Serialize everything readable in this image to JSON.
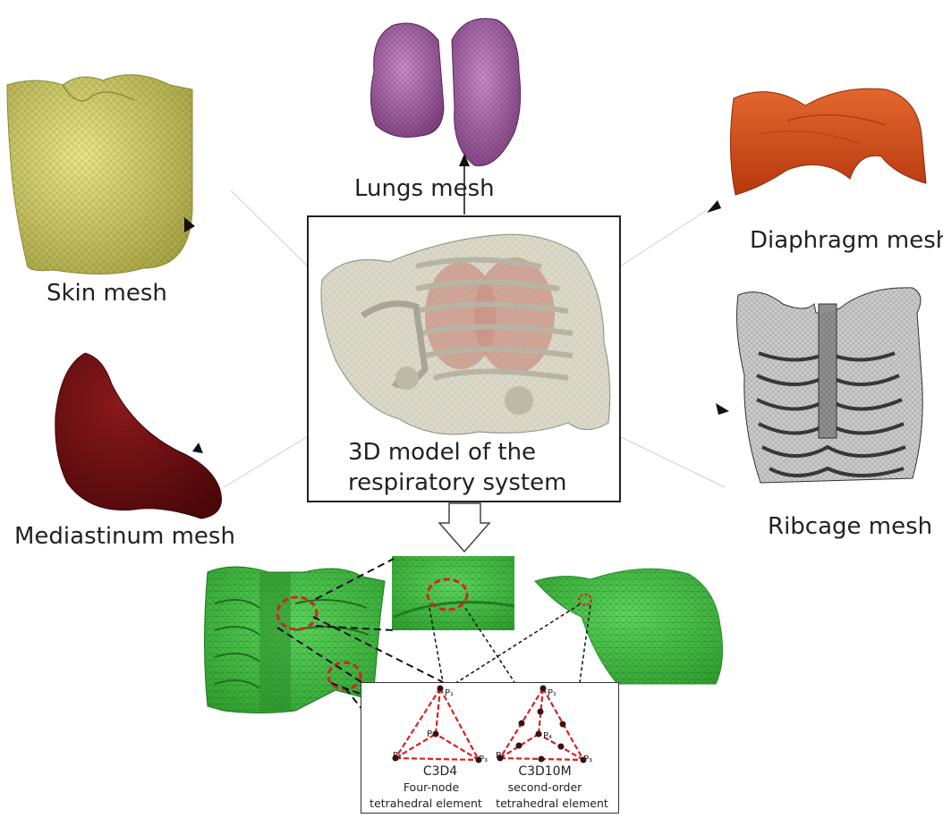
{
  "labels": {
    "lungs": "Lungs mesh",
    "skin": "Skin mesh",
    "diaphragm": "Diaphragm mesh",
    "mediastinum": "Mediastinum mesh",
    "ribcage": "Ribcage mesh",
    "center_line1": "3D model of the",
    "center_line2": "respiratory system"
  },
  "elements": {
    "c3d4": {
      "code": "C3D4",
      "line1": "Four-node",
      "line2": "tetrahedral element",
      "points": [
        "P₁",
        "P₂",
        "P₃",
        "P₄"
      ]
    },
    "c3d10m": {
      "code": "C3D10M",
      "line1": "second-order",
      "line2": "tetrahedral element",
      "points": [
        "P₁",
        "P₂",
        "P₃",
        "P₄"
      ]
    }
  },
  "colors": {
    "skin": "#d8d46a",
    "lungs": "#a764a6",
    "diaphragm": "#d24a1a",
    "mediastinum": "#6b0f12",
    "ribcage": "#555555",
    "model_body": "#d9d6c8",
    "fem_green": "#3fbf3f",
    "element_red": "#d62222"
  }
}
